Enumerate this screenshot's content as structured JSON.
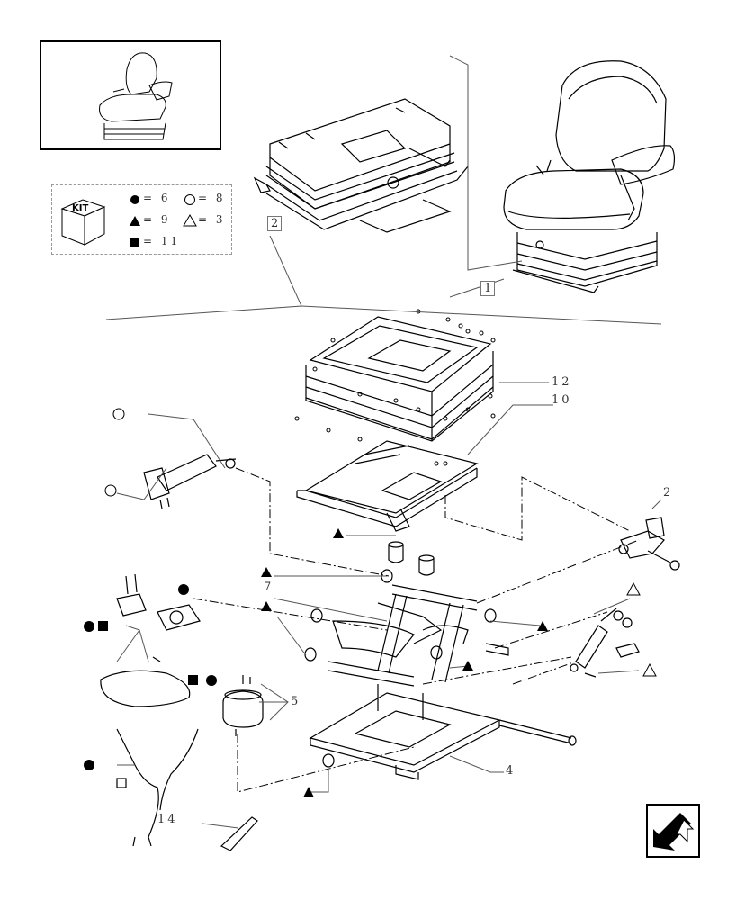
{
  "kit": {
    "badge": "KIT",
    "items": [
      {
        "symbol": "filled-circle",
        "value": "= 6"
      },
      {
        "symbol": "hollow-circle",
        "value": "= 8"
      },
      {
        "symbol": "filled-triangle",
        "value": "= 9"
      },
      {
        "symbol": "hollow-triangle",
        "value": "= 3"
      },
      {
        "symbol": "filled-square",
        "value": "= 11"
      }
    ]
  },
  "callouts": {
    "c1": "1",
    "c2": "2",
    "c2b": "2",
    "c4": "4",
    "c5": "5",
    "c7": "7",
    "c10": "10",
    "c12": "12",
    "c14": "14"
  }
}
